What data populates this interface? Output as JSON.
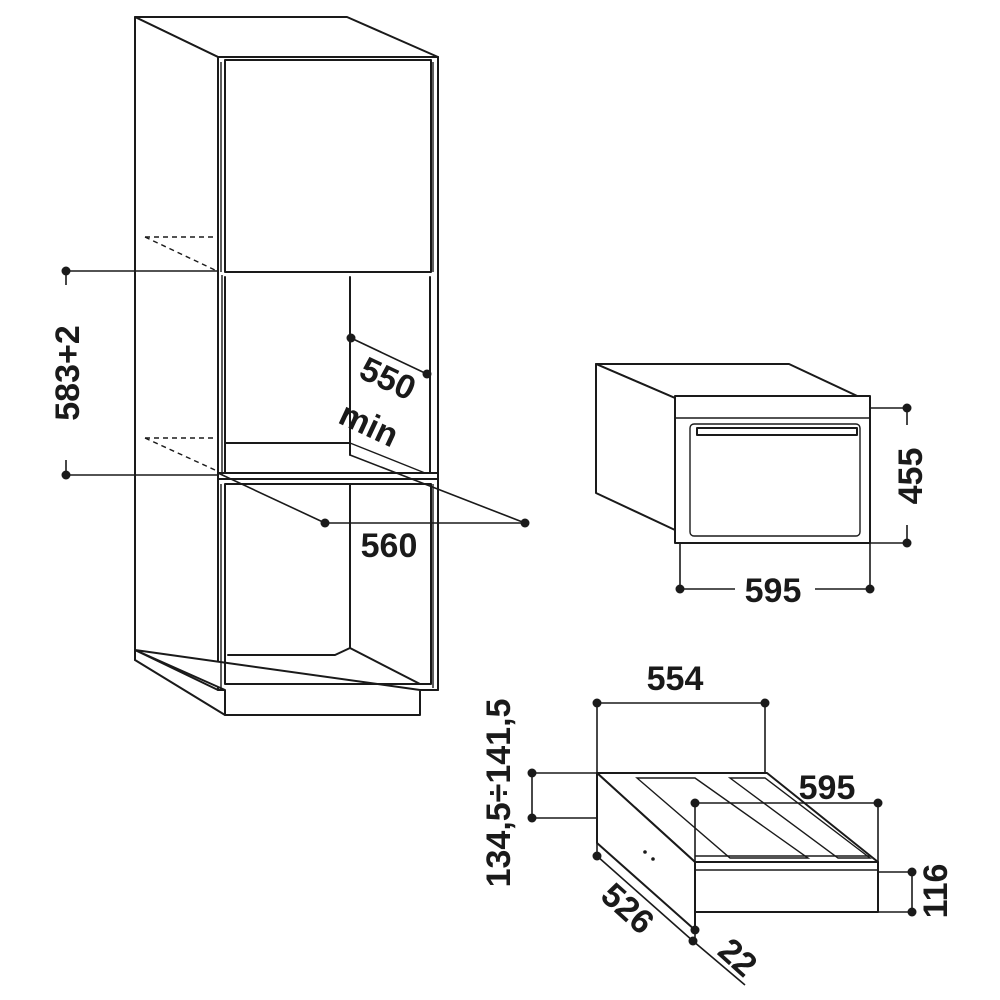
{
  "column_cabinet": {
    "depth_label": "550",
    "depth_min_label": "min",
    "niche_height_label": "583+2",
    "niche_width_label": "560"
  },
  "appliance": {
    "height_label": "455",
    "width_label": "595"
  },
  "warming_drawer": {
    "inner_width_label": "554",
    "height_range_label": "134,5÷141,5",
    "outer_width_label": "595",
    "height_label": "116",
    "depth_label": "526",
    "front_thickness_label": "22"
  }
}
